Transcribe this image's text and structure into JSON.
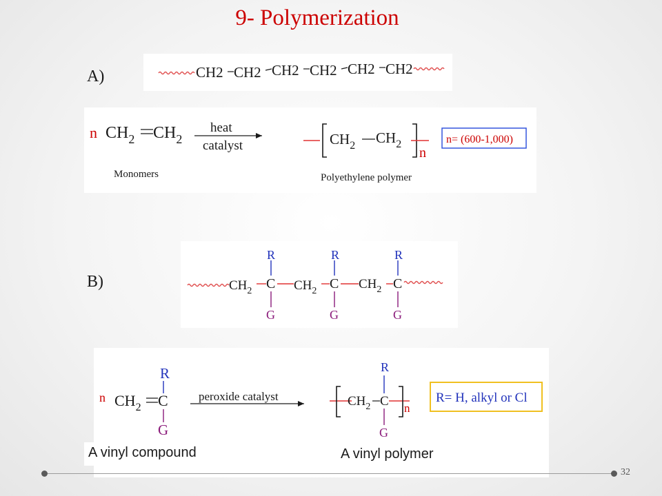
{
  "slide": {
    "title": "9- Polymerization",
    "page_number": "32"
  },
  "section_a": {
    "label": "A)",
    "chain_units": [
      "CH2",
      "CH2",
      "CH2",
      "CH2",
      "CH2",
      "CH2"
    ],
    "reaction": {
      "coefficient": "n",
      "reactant_left": "CH",
      "reactant_left_sub": "2",
      "reactant_right": "CH",
      "reactant_right_sub": "2",
      "arrow_top": "heat",
      "arrow_bottom": "catalyst",
      "product_left": "CH",
      "product_left_sub": "2",
      "product_right": "CH",
      "product_right_sub": "2",
      "product_subscript": "n",
      "note": "n= (600-1,000)",
      "reactant_caption": "Monomers",
      "product_caption": "Polyethylene polymer"
    }
  },
  "section_b": {
    "label": "B)",
    "chain": {
      "unit": "CH",
      "unit_sub": "2",
      "carbon": "C",
      "top_substituent": "R",
      "bottom_substituent": "G"
    },
    "reaction": {
      "coefficient": "n",
      "reactant": "CH",
      "reactant_sub": "2",
      "carbon": "C",
      "top_substituent": "R",
      "bottom_substituent": "G",
      "arrow_label": "peroxide catalyst",
      "product_unit": "CH",
      "product_unit_sub": "2",
      "product_subscript": "n",
      "note": "R= H, alkyl or Cl",
      "reactant_caption": "A vinyl compound",
      "product_caption": "A vinyl polymer"
    }
  },
  "colors": {
    "title": "#cc0000",
    "bond_red": "#e03030",
    "wavy_red": "#e05050",
    "r_blue": "#2233bb",
    "g_purple": "#8a1a7a",
    "note_blue_border": "#3355dd",
    "note_yellow_border": "#f0c020"
  }
}
